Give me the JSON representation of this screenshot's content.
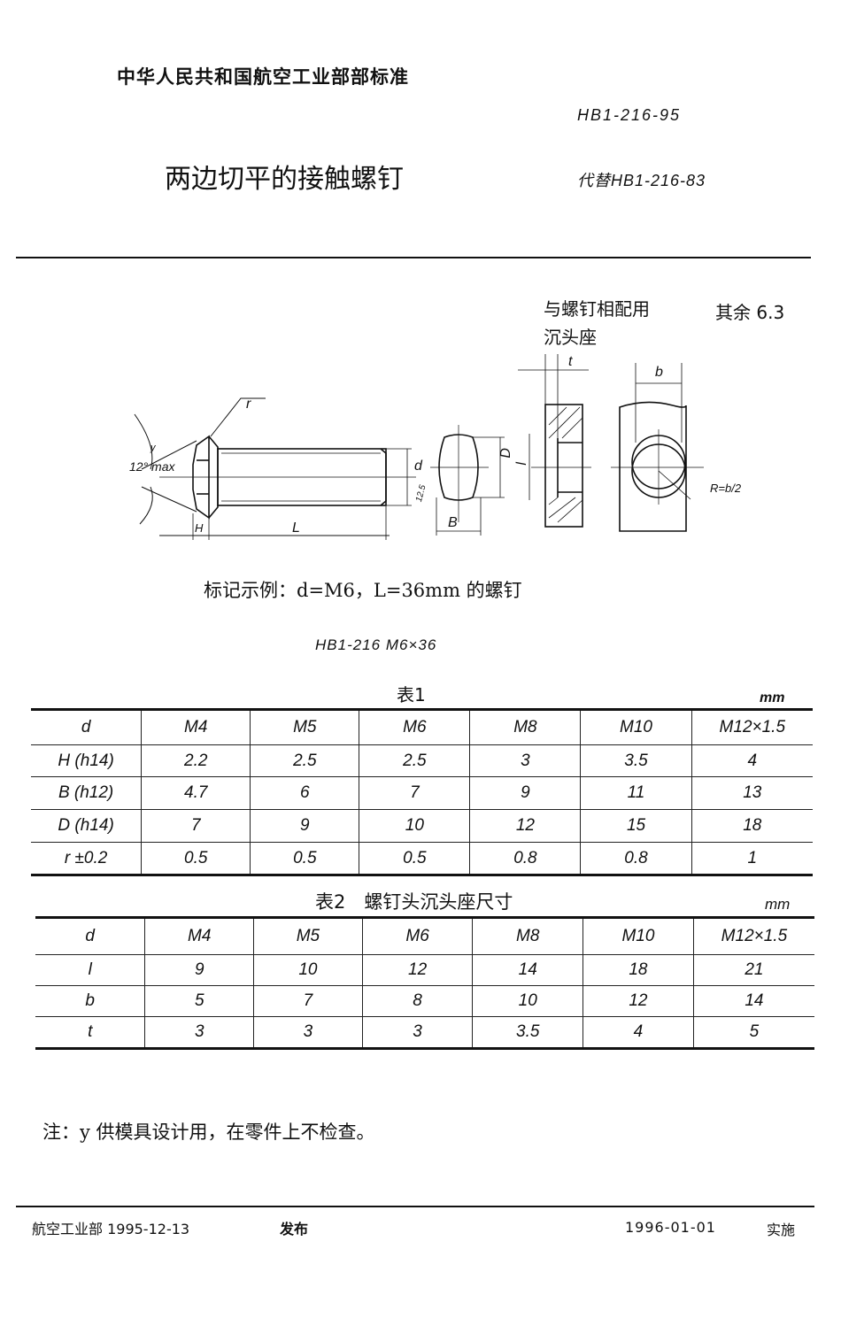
{
  "header": {
    "issuer": "中华人民共和国航空工业部部标准",
    "standard_no": "HB1-216-95",
    "title": "两边切平的接触螺钉",
    "replaces": "代替HB1-216-83"
  },
  "drawing": {
    "note_counterbore": [
      "与螺钉相配用",
      "沉头座"
    ],
    "roughness_rest": "其余 6.3",
    "labels": {
      "r": "r",
      "y": "y",
      "angle": "12° max",
      "d": "d",
      "roughness": "12.5",
      "D": "D",
      "H": "H",
      "L": "L",
      "B": "B",
      "t": "t",
      "l": "l",
      "b": "b",
      "R": "R=b/2"
    }
  },
  "marking": {
    "example": "标记示例：d=M6，L=36mm 的螺钉",
    "code": "HB1-216 M6×36"
  },
  "table1": {
    "caption": "表1",
    "unit": "mm",
    "header": [
      "d",
      "M4",
      "M5",
      "M6",
      "M8",
      "M10",
      "M12×1.5"
    ],
    "rows": [
      [
        "H (h14)",
        "2.2",
        "2.5",
        "2.5",
        "3",
        "3.5",
        "4"
      ],
      [
        "B (h12)",
        "4.7",
        "6",
        "7",
        "9",
        "11",
        "13"
      ],
      [
        "D (h14)",
        "7",
        "9",
        "10",
        "12",
        "15",
        "18"
      ],
      [
        "r ±0.2",
        "0.5",
        "0.5",
        "0.5",
        "0.8",
        "0.8",
        "1"
      ]
    ]
  },
  "table2": {
    "caption": "表2　螺钉头沉头座尺寸",
    "unit": "mm",
    "header": [
      "d",
      "M4",
      "M5",
      "M6",
      "M8",
      "M10",
      "M12×1.5"
    ],
    "rows": [
      [
        "l",
        "9",
        "10",
        "12",
        "14",
        "18",
        "21"
      ],
      [
        "b",
        "5",
        "7",
        "8",
        "10",
        "12",
        "14"
      ],
      [
        "t",
        "3",
        "3",
        "3",
        "3.5",
        "4",
        "5"
      ]
    ]
  },
  "note": "注：y 供模具设计用，在零件上不检查。",
  "footer": {
    "issued_by": "航空工业部 1995-12-13",
    "issued_label": "发布",
    "effective_date": "1996-01-01",
    "effective_label": "实施"
  }
}
